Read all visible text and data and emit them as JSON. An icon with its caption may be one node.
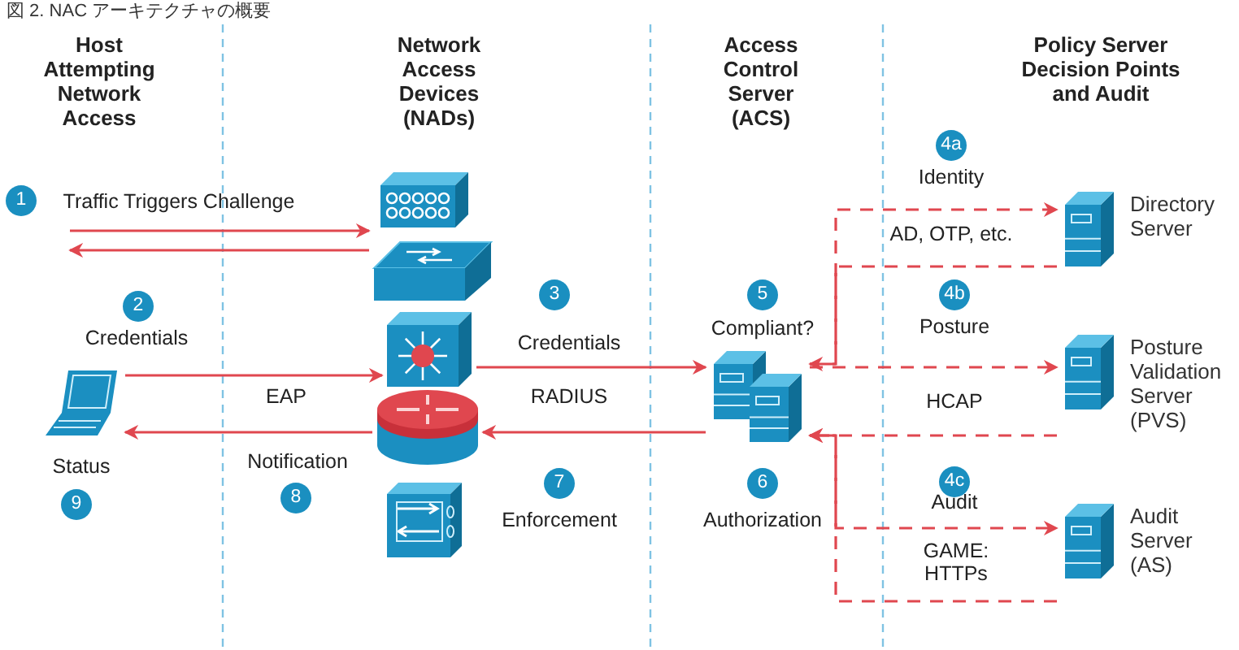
{
  "diagram": {
    "title": "図 2. NAC アーキテクチャの概要",
    "nodes": [
      {
        "text": [],
        "shape": "laptop"
      },
      {
        "text": [],
        "shape": "box"
      },
      {
        "text": [],
        "shape": "box"
      },
      {
        "text": [],
        "shape": "box"
      },
      {
        "text": [],
        "shape": "cylinder"
      },
      {
        "text": [],
        "shape": "box"
      },
      {
        "text": [],
        "shape": "server"
      },
      {
        "text": [
          "Directory Server"
        ]
      },
      {
        "text": [
          "Posture Validation Server (PVS)"
        ]
      },
      {
        "text": [
          "Audit Server (AS)"
        ]
      }
    ],
    "edges": [
      {
        "from": null,
        "to": 2,
        "arrow": "to"
      },
      {
        "from": 2,
        "to": null,
        "arrow": "to"
      },
      {
        "from": 0,
        "to": 3,
        "arrow": "to"
      },
      {
        "from": 4,
        "to": 0,
        "arrow": "to"
      },
      {
        "from": 3,
        "to": 6,
        "arrow": "to"
      },
      {
        "from": 6,
        "to": 4,
        "arrow": "to"
      },
      {
        "from": 6,
        "to": 7,
        "arrow": "to",
        "style": "dashed"
      },
      {
        "from": 7,
        "to": 6,
        "arrow": "to",
        "style": "dashed"
      },
      {
        "from": 6,
        "to": 8,
        "arrow": "to",
        "style": "dashed"
      },
      {
        "from": 8,
        "to": 6,
        "arrow": "to",
        "style": "dashed"
      },
      {
        "from": 6,
        "to": 9,
        "arrow": "to",
        "style": "dashed"
      },
      {
        "from": 9,
        "to": 6,
        "arrow": "to",
        "style": "dashed"
      }
    ],
    "labels": [
      "Host Attempting Network Access",
      "Network Access Devices (NADs)",
      "Access Control Server (ACS)",
      "Policy Server Decision Points and Audit",
      "1",
      "Traffic Triggers Challenge",
      "4a",
      "Identity",
      "AD, OTP, etc.",
      "2",
      "Credentials",
      "3",
      "5",
      "4b",
      "Credentials",
      "Compliant?",
      "Posture",
      "EAP",
      "RADIUS",
      "HCAP",
      "Status",
      "Notification",
      "7",
      "6",
      "4c",
      "9",
      "8",
      "Enforcement",
      "Authorization",
      "Audit",
      "GAME: HTTPs"
    ]
  }
}
